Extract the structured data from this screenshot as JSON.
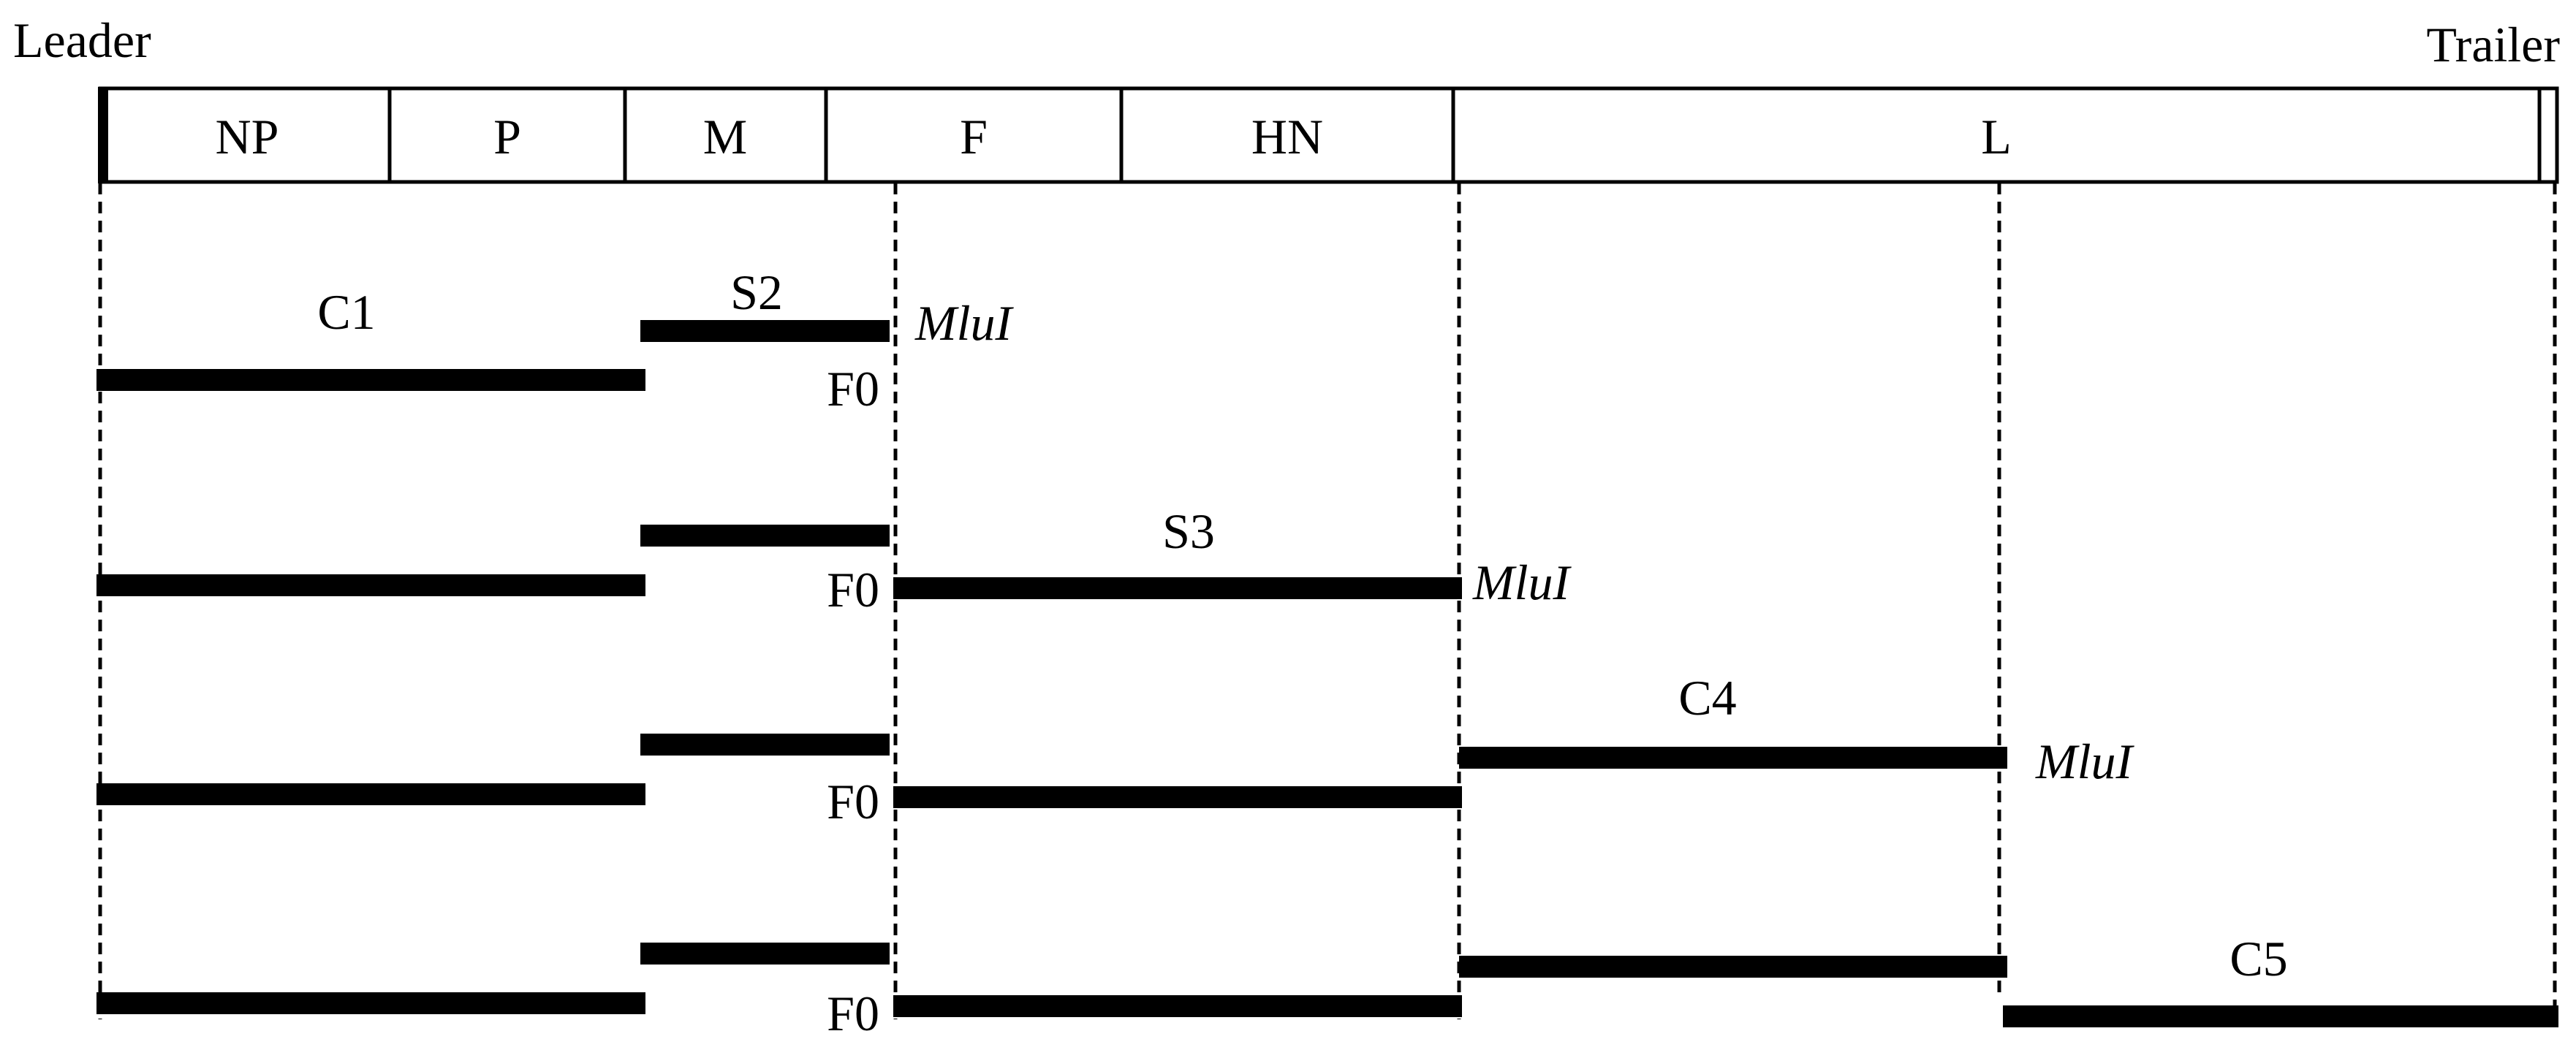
{
  "labels": {
    "leader": "Leader",
    "trailer": "Trailer"
  },
  "genes": [
    "NP",
    "P",
    "M",
    "F",
    "HN",
    "L"
  ],
  "fragments": {
    "c1": "C1",
    "s2": "S2",
    "s3": "S3",
    "c4": "C4",
    "c5": "C5"
  },
  "sites": {
    "mlui_1": "MluI",
    "mlui_2": "MluI",
    "mlui_3": "MluI"
  },
  "f0_labels": [
    "F0",
    "F0",
    "F0",
    "F0"
  ]
}
